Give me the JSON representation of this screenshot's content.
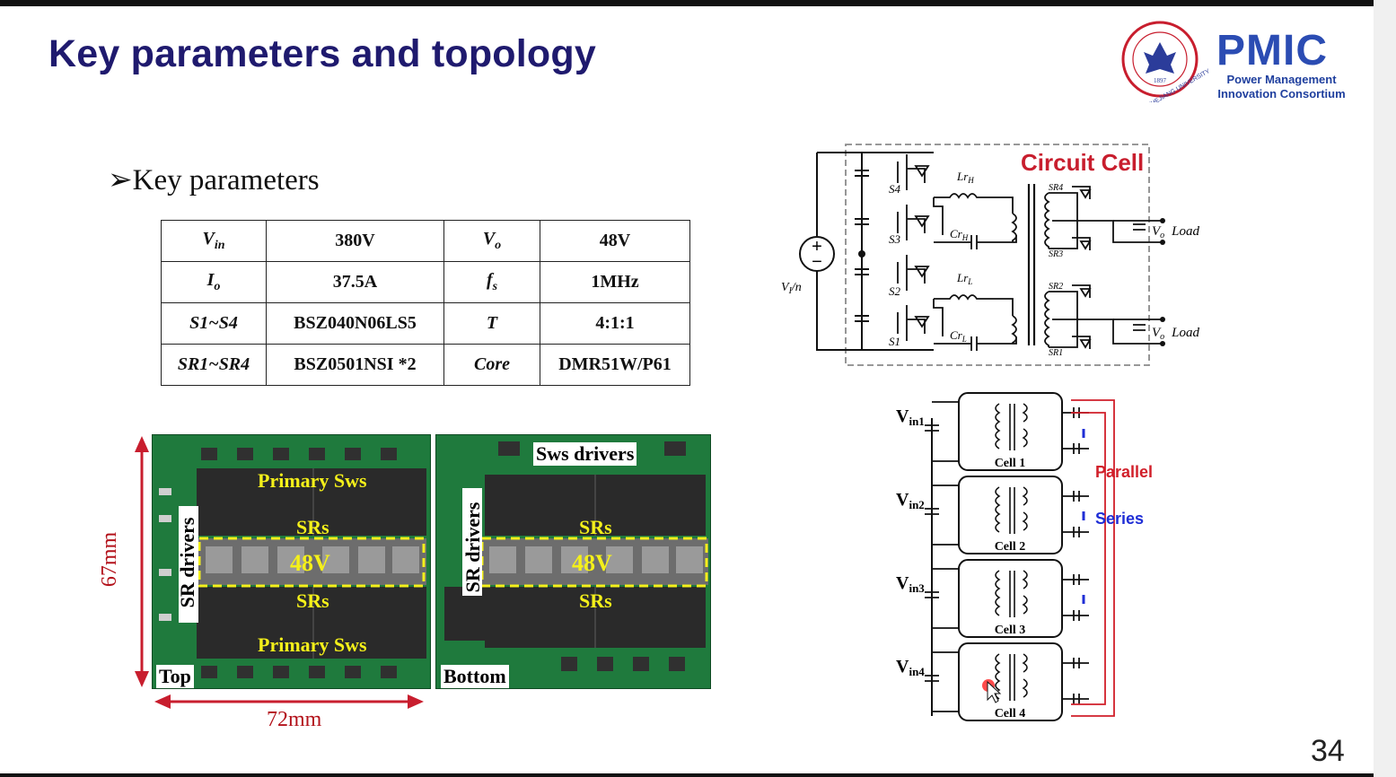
{
  "slide": {
    "title": "Key parameters and topology",
    "page_number": "34"
  },
  "logo": {
    "university_seal_text": "ZHEJIANG UNIVERSITY",
    "university_year": "1897",
    "pmic_text": "PMIC",
    "pmic_line1": "Power Management",
    "pmic_line2": "Innovation Consortium"
  },
  "key_parameters": {
    "heading": "➢Key parameters",
    "rows": [
      {
        "p1": "V",
        "p1_sub": "in",
        "v1": "380V",
        "p2": "V",
        "p2_sub": "o",
        "v2": "48V"
      },
      {
        "p1": "I",
        "p1_sub": "o",
        "v1": "37.5A",
        "p2": "f",
        "p2_sub": "s",
        "v2": "1MHz"
      },
      {
        "p1": "S1~S4",
        "p1_sub": "",
        "v1": "BSZ040N06LS5",
        "p2": "T",
        "p2_sub": "",
        "v2": "4:1:1"
      },
      {
        "p1": "SR1~SR4",
        "p1_sub": "",
        "v1": "BSZ0501NSI *2",
        "p2": "Core",
        "p2_sub": "",
        "v2": "DMR51W/P61"
      }
    ]
  },
  "photos": {
    "top": {
      "tag": "Top",
      "primary_top": "Primary Sws",
      "primary_bottom": "Primary Sws",
      "srs_top": "SRs",
      "srs_bottom": "SRs",
      "center": "48V",
      "side": "SR drivers"
    },
    "bottom": {
      "tag": "Bottom",
      "drivers": "Sws drivers",
      "srs_top": "SRs",
      "srs_bottom": "SRs",
      "center": "48V",
      "side": "SR drivers"
    },
    "height_dim": "67mm",
    "width_dim": "72mm"
  },
  "circuit": {
    "cell_title": "Circuit Cell",
    "source_label": "V",
    "source_sub": "I",
    "source_suffix": "/n",
    "switches": [
      "S4",
      "S3",
      "S2",
      "S1"
    ],
    "lr_h": "Lr",
    "lr_h_sub": "H",
    "cr_h": "Cr",
    "cr_h_sub": "H",
    "lr_l": "Lr",
    "lr_l_sub": "L",
    "cr_l": "Cr",
    "cr_l_sub": "L",
    "srs": [
      "SR4",
      "SR3",
      "SR2",
      "SR1"
    ],
    "vo": "V",
    "vo_sub": "o",
    "load": "Load"
  },
  "system": {
    "inputs": [
      {
        "label": "V",
        "sub": "in1"
      },
      {
        "label": "V",
        "sub": "in2"
      },
      {
        "label": "V",
        "sub": "in3"
      },
      {
        "label": "V",
        "sub": "in4"
      }
    ],
    "cells": [
      "Cell 1",
      "Cell 2",
      "Cell 3",
      "Cell 4"
    ],
    "parallel_label": "Parallel",
    "series_label": "Series",
    "colors": {
      "parallel": "#d11f2a",
      "series": "#1f2ed6"
    }
  }
}
